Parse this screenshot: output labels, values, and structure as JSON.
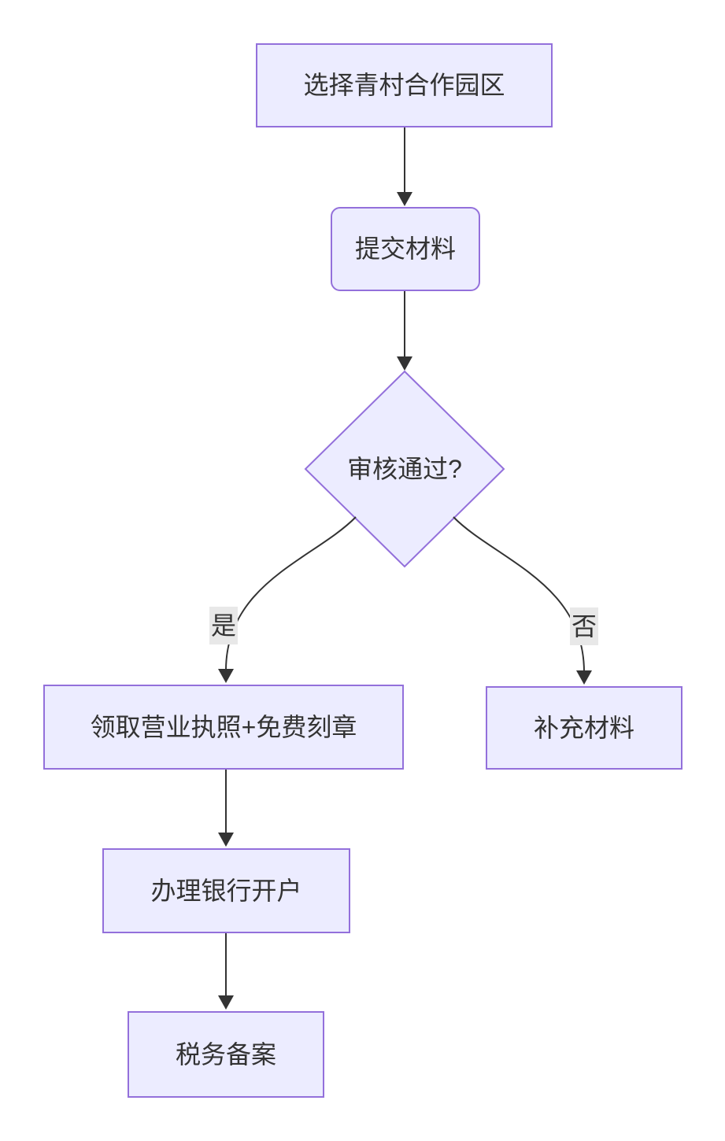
{
  "diagram": {
    "type": "flowchart",
    "direction": "top-down",
    "nodes": [
      {
        "id": "A",
        "shape": "rectangle",
        "label": "选择青村合作园区"
      },
      {
        "id": "B",
        "shape": "rounded-rectangle",
        "label": "提交材料"
      },
      {
        "id": "C",
        "shape": "diamond",
        "label": "审核通过?"
      },
      {
        "id": "D",
        "shape": "rectangle",
        "label": "领取营业执照+免费刻章"
      },
      {
        "id": "E",
        "shape": "rectangle",
        "label": "补充材料"
      },
      {
        "id": "F",
        "shape": "rectangle",
        "label": "办理银行开户"
      },
      {
        "id": "G",
        "shape": "rectangle",
        "label": "税务备案"
      }
    ],
    "edges": [
      {
        "from": "A",
        "to": "B",
        "label": ""
      },
      {
        "from": "B",
        "to": "C",
        "label": ""
      },
      {
        "from": "C",
        "to": "D",
        "label": "是"
      },
      {
        "from": "C",
        "to": "E",
        "label": "否"
      },
      {
        "from": "D",
        "to": "F",
        "label": ""
      },
      {
        "from": "F",
        "to": "G",
        "label": ""
      }
    ],
    "colors": {
      "node_fill": "#ECECFF",
      "node_border": "#9370DB",
      "edge_line": "#333333",
      "text": "#333333",
      "edge_label_background": "#e8e8e8",
      "canvas_background": "#ffffff"
    }
  }
}
